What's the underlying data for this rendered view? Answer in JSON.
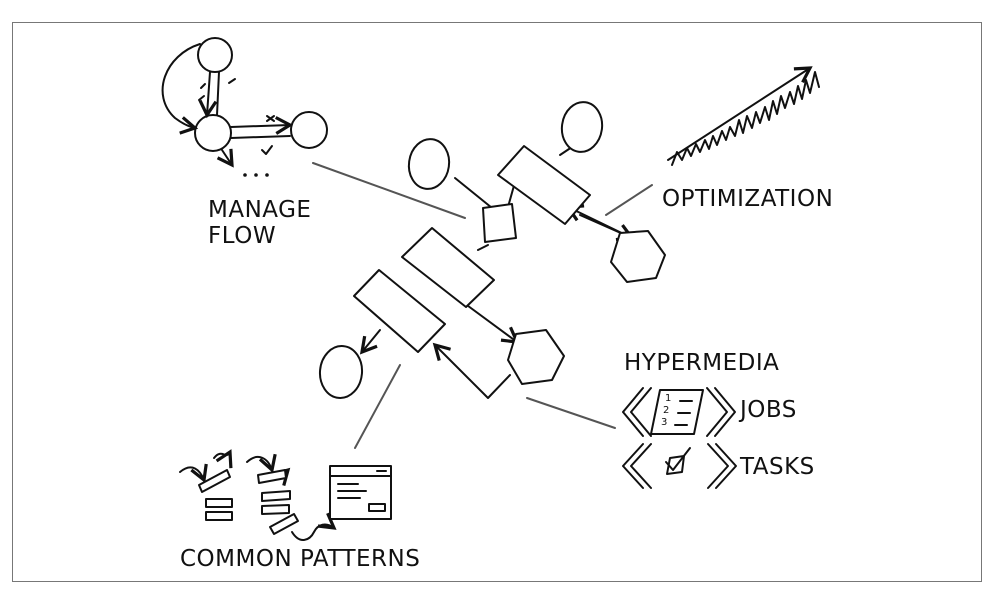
{
  "labels": {
    "manage_flow_line1": "MANAGE",
    "manage_flow_line2": "FLOW",
    "optimization": "OPTIMIZATION",
    "hypermedia": "HYPERMEDIA",
    "jobs": "JOBS",
    "tasks": "TASKS",
    "common_patterns": "COMMON PATTERNS"
  },
  "jobs_doc_numbers": [
    "1",
    "2",
    "3"
  ]
}
